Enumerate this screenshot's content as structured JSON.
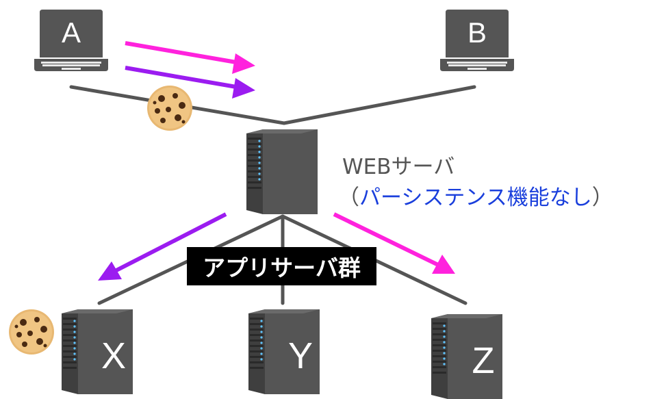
{
  "clients": [
    {
      "id": "A",
      "label": "A"
    },
    {
      "id": "B",
      "label": "B"
    }
  ],
  "web_server": {
    "label": "WEBサーバ",
    "note_open": "（",
    "note_text": "パーシステンス機能なし",
    "note_close": "）"
  },
  "app_group": {
    "label": "アプリサーバ群"
  },
  "app_servers": [
    {
      "id": "X",
      "label": "X"
    },
    {
      "id": "Y",
      "label": "Y"
    },
    {
      "id": "Z",
      "label": "Z"
    }
  ],
  "colors": {
    "line": "#555555",
    "arrow_magenta": "#ff22dd",
    "arrow_purple": "#9b1cf0",
    "note_blue": "#1a3fdc",
    "device": "#555555"
  },
  "icons": [
    "laptop-icon",
    "server-icon",
    "cookie-icon"
  ]
}
